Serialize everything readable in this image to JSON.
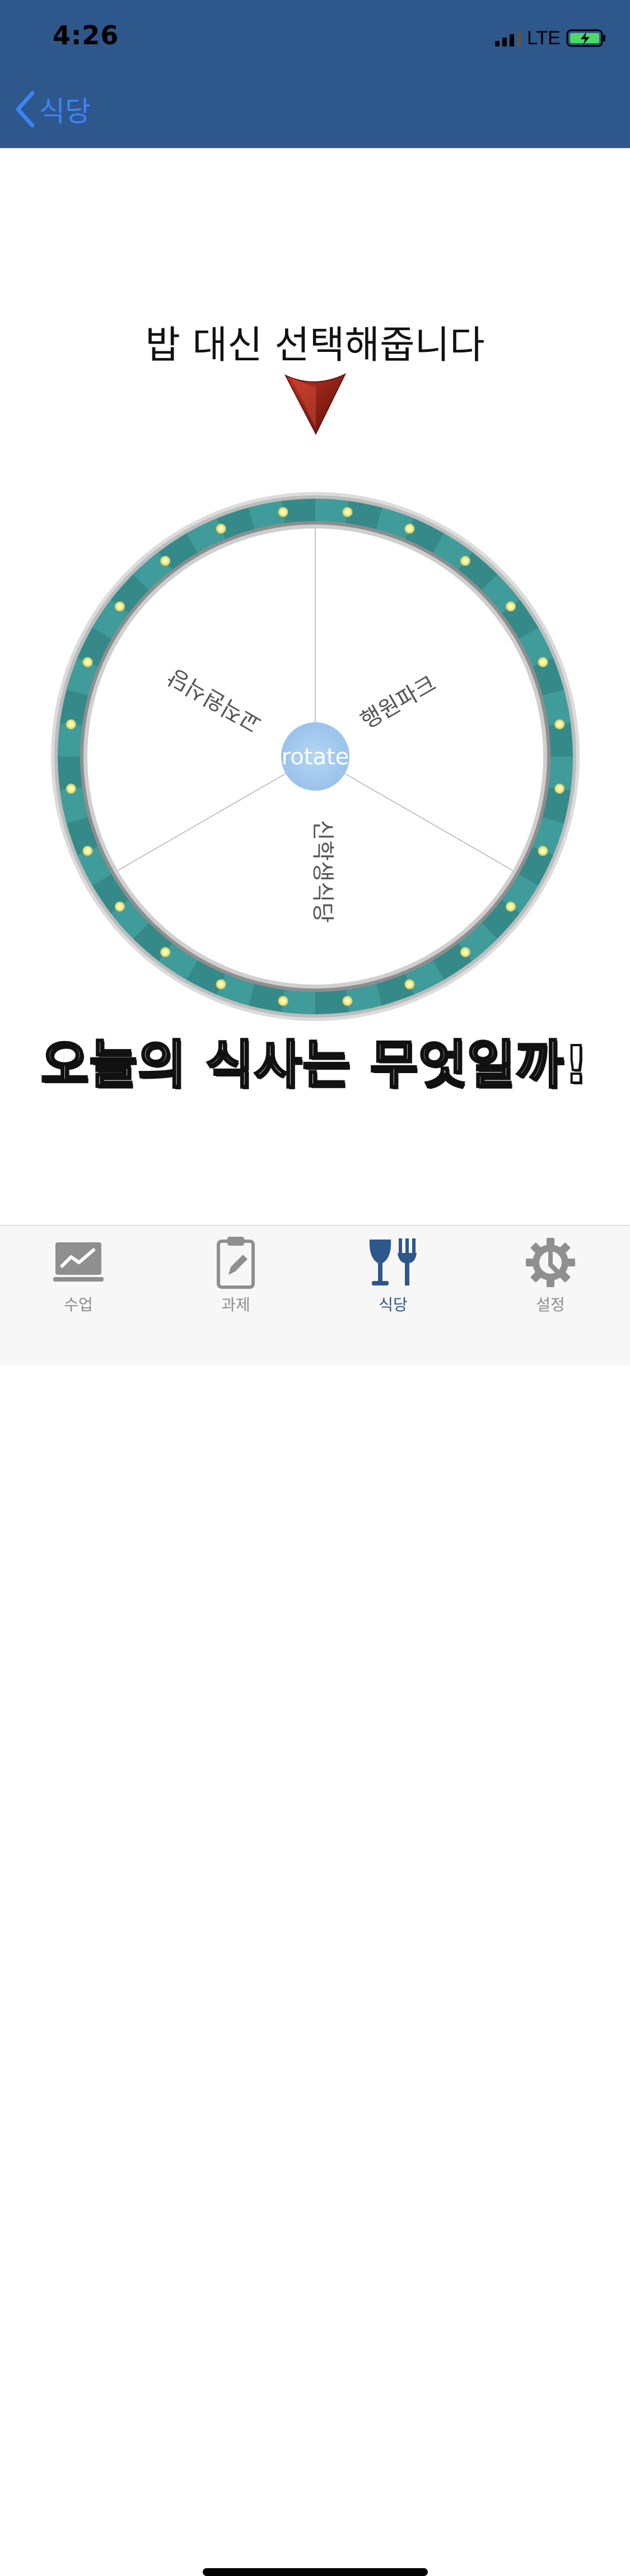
{
  "status_bar": {
    "time": "4:26",
    "network": "LTE",
    "signal_bars": 3
  },
  "nav": {
    "back_label": "식당"
  },
  "page": {
    "headline": "밥 대신 선택해줍니다",
    "bottom_text": "오늘의 식사는 무엇일까!"
  },
  "wheel": {
    "center_button_label": "rotate",
    "segments": [
      "행원파크",
      "신학생식당",
      "교직원식당"
    ],
    "colors": {
      "rim": "#3f9c9b",
      "center": "#a9cdf0",
      "pointer": "#8c1a10",
      "bulb": "#f7f4a0"
    }
  },
  "tabbar": {
    "tabs": [
      {
        "label": "수업",
        "icon": "chart-board-icon",
        "active": false
      },
      {
        "label": "과제",
        "icon": "clipboard-edit-icon",
        "active": false
      },
      {
        "label": "식당",
        "icon": "glass-fork-icon",
        "active": true
      },
      {
        "label": "설정",
        "icon": "gear-icon",
        "active": false
      }
    ]
  },
  "colors": {
    "header": "#2e578c",
    "accent": "#3d84f5",
    "inactive_tab": "#8c8c8c"
  }
}
